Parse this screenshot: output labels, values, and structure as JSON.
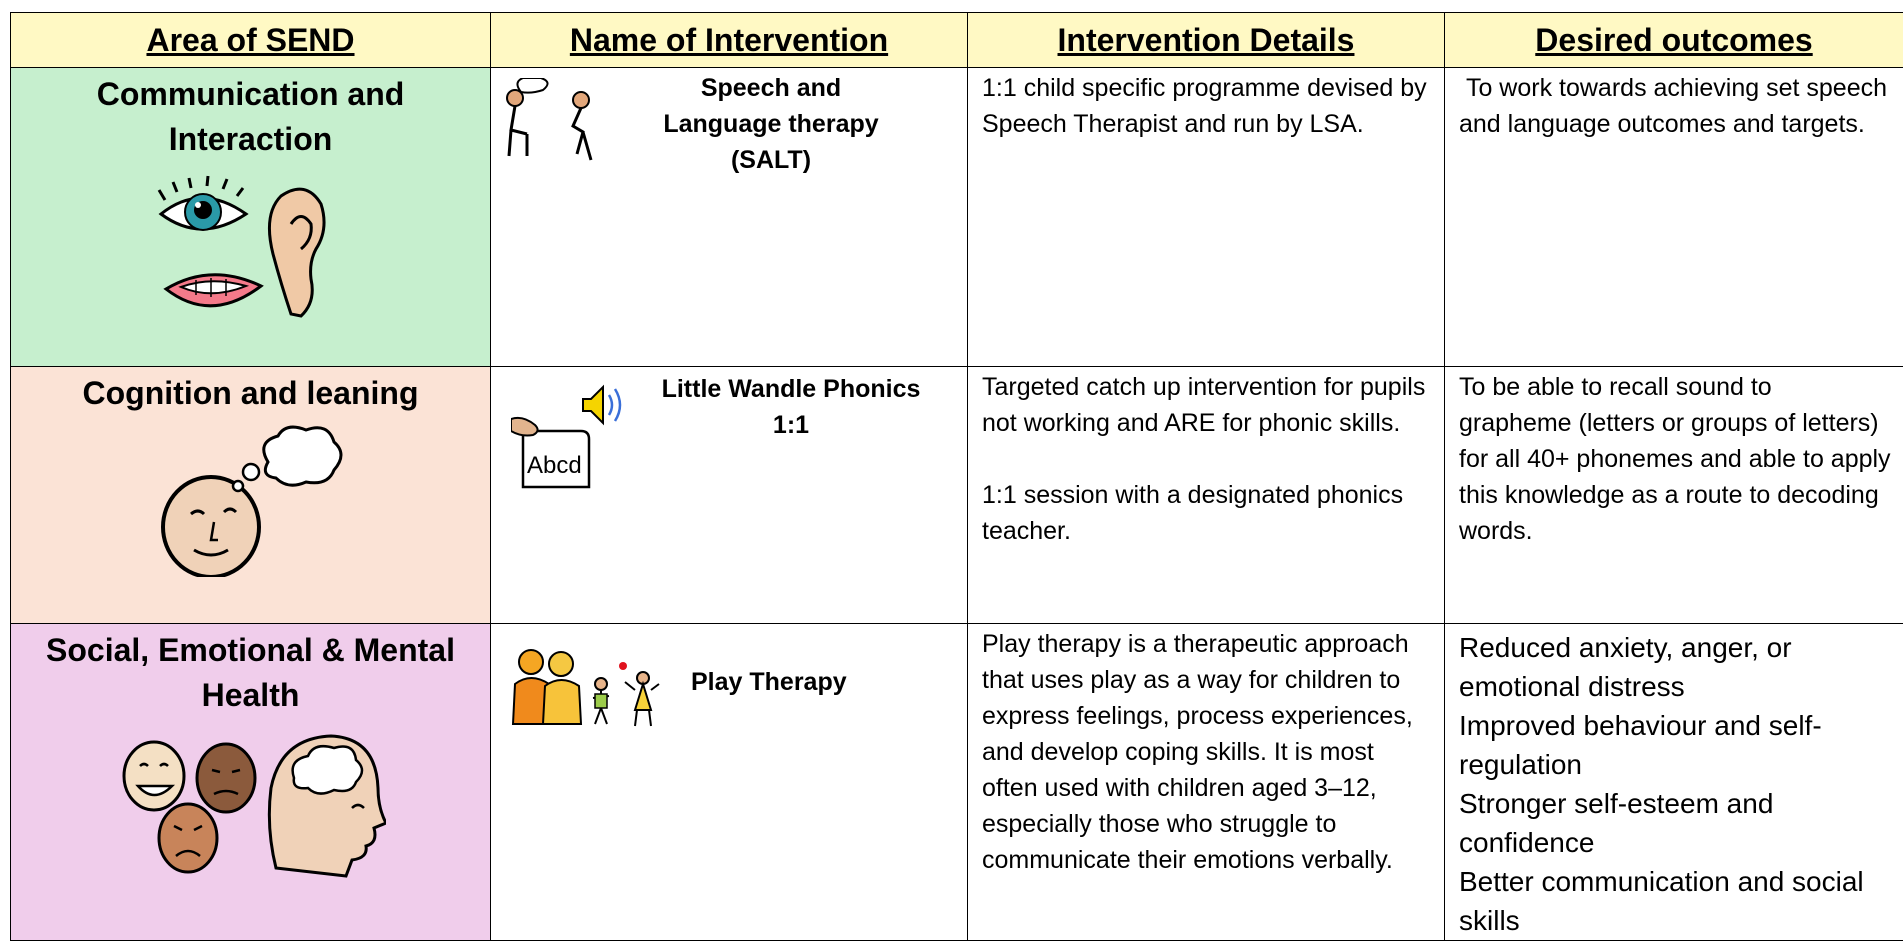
{
  "headers": [
    "Area of SEND",
    "Name of Intervention",
    "Intervention Details",
    "Desired outcomes"
  ],
  "rows": [
    {
      "area": "Communication and Interaction",
      "intervention": "Speech and Language therapy (SALT)",
      "details": [
        "1:1 child specific programme devised by Speech Therapist and run by LSA."
      ],
      "outcomes": [
        " To work towards achieving set speech and language outcomes and targets."
      ]
    },
    {
      "area": "Cognition and leaning",
      "intervention": "Little Wandle Phonics 1:1",
      "card_text": "Abcd",
      "details": [
        "Targeted catch up intervention for pupils not working and ARE for phonic skills.",
        "1:1 session with a designated phonics teacher."
      ],
      "outcomes": [
        "To be able to recall sound to grapheme (letters or groups of letters) for all 40+ phonemes and able to apply this knowledge as a route to decoding words."
      ]
    },
    {
      "area": "Social, Emotional & Mental Health",
      "intervention": "Play Therapy",
      "details": [
        "Play therapy is a therapeutic approach that uses play as a way for children to express feelings, process experiences, and develop coping skills. It is most often used with children aged 3–12, especially those who struggle to communicate their emotions verbally."
      ],
      "outcomes": [
        "Reduced anxiety, anger, or emotional distress",
        "Improved behaviour and self-regulation",
        "Stronger self-esteem and confidence",
        "Better communication and social skills"
      ]
    }
  ],
  "colors": {
    "header_bg": "#fff9c4",
    "communication_bg": "#c6efce",
    "cognition_bg": "#fbe3d6",
    "semh_bg": "#f0cdeb"
  },
  "icons": [
    "talking-people-icon",
    "eye-icon",
    "ear-icon",
    "mouth-icon",
    "phonics-card-icon",
    "speaker-icon",
    "thinking-head-icon",
    "family-icon",
    "faces-icon",
    "brain-head-icon"
  ]
}
